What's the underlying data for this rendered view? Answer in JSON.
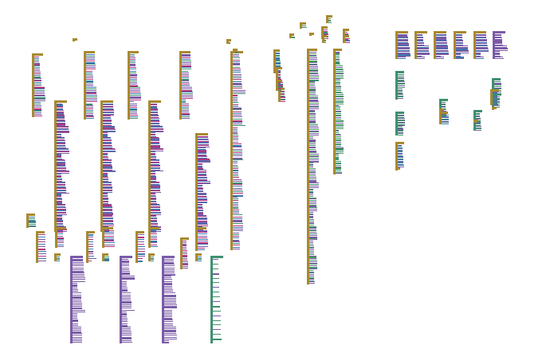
{
  "workspace": {
    "title": "",
    "background": "#ffffff",
    "palette": {
      "event": "#a8892f",
      "procedure": "#7a5ba6",
      "control": "#b2337a",
      "math": "#3a78b0",
      "text": "#3f8f6f",
      "logic": "#4a9a5a",
      "list": "#6b8fb8",
      "variable": "#cf6a1c"
    },
    "captions": [
      "",
      "",
      "",
      "",
      ""
    ]
  },
  "block_groups": [
    {
      "id": "g01",
      "kind": "event",
      "rows": 40,
      "mix": "pcmtp"
    },
    {
      "id": "g02",
      "kind": "event",
      "rows": 40,
      "mix": "pcmtp"
    },
    {
      "id": "g03",
      "kind": "event",
      "rows": 40,
      "mix": "pcmtp"
    },
    {
      "id": "g04",
      "kind": "event",
      "rows": 40,
      "mix": "pcmtp"
    },
    {
      "id": "g05",
      "kind": "event",
      "rows": 120,
      "mix": "pcpm"
    },
    {
      "id": "g06",
      "kind": "event",
      "rows": 120,
      "mix": "pcpm"
    },
    {
      "id": "g07",
      "kind": "event",
      "rows": 120,
      "mix": "pcpm"
    },
    {
      "id": "g08",
      "kind": "event",
      "rows": 120,
      "mix": "pcpm"
    },
    {
      "id": "g09",
      "kind": "event",
      "rows": 110,
      "mix": "ptcmp"
    },
    {
      "id": "g10",
      "kind": "event",
      "rows": 160,
      "mix": "pplpt"
    },
    {
      "id": "g11",
      "kind": "event",
      "rows": 90,
      "mix": "tlplt"
    },
    {
      "id": "g12",
      "kind": "event",
      "rows": 50,
      "mix": "pmpp"
    },
    {
      "id": "g13",
      "kind": "event",
      "rows": 50,
      "mix": "pmpp"
    },
    {
      "id": "g14",
      "kind": "event",
      "rows": 50,
      "mix": "pmpp"
    },
    {
      "id": "g15",
      "kind": "event",
      "rows": 50,
      "mix": "pmpp"
    },
    {
      "id": "g16",
      "kind": "event",
      "rows": 50,
      "mix": "pmpp"
    },
    {
      "id": "g17",
      "kind": "procedure",
      "rows": 50,
      "mix": "ppp"
    },
    {
      "id": "g18",
      "kind": "procedure",
      "rows": 50,
      "mix": "ppp"
    },
    {
      "id": "g19",
      "kind": "procedure",
      "rows": 50,
      "mix": "ppp"
    },
    {
      "id": "g20",
      "kind": "procedure",
      "rows": 50,
      "mix": "ppp"
    },
    {
      "id": "g21",
      "kind": "text",
      "rows": 18,
      "mix": "ttp"
    },
    {
      "id": "g22",
      "kind": "text",
      "rows": 18,
      "mix": "ttp"
    },
    {
      "id": "g23",
      "kind": "text",
      "rows": 18,
      "mix": "ttp"
    },
    {
      "id": "g24",
      "kind": "text",
      "rows": 18,
      "mix": "ttp"
    },
    {
      "id": "g25",
      "kind": "text",
      "rows": 18,
      "mix": "ttp"
    },
    {
      "id": "g26",
      "kind": "text",
      "rows": 18,
      "mix": "ttp"
    },
    {
      "id": "g27",
      "kind": "event",
      "rows": 20,
      "mix": "mmpt"
    },
    {
      "id": "g28",
      "kind": "event",
      "rows": 14,
      "mix": "tmp"
    },
    {
      "id": "g29",
      "kind": "event",
      "rows": 16,
      "mix": "tmm"
    },
    {
      "id": "g30",
      "kind": "event",
      "rows": 20,
      "mix": "ttmm"
    },
    {
      "id": "g31",
      "kind": "event",
      "rows": 16,
      "mix": "pct"
    },
    {
      "id": "g32",
      "kind": "event",
      "rows": 12,
      "mix": "pct"
    },
    {
      "id": "g33",
      "kind": "event",
      "rows": 12,
      "mix": "pct"
    },
    {
      "id": "g34",
      "kind": "event",
      "rows": 10,
      "mix": "pct"
    },
    {
      "id": "g35",
      "kind": "event",
      "rows": 8,
      "mix": "tt"
    },
    {
      "id": "g36",
      "kind": "event",
      "rows": 8,
      "mix": "tt"
    },
    {
      "id": "g37",
      "kind": "event",
      "rows": 14,
      "mix": "pcm"
    },
    {
      "id": "g38",
      "kind": "event",
      "rows": 12,
      "mix": "pcm"
    },
    {
      "id": "g39",
      "kind": "event",
      "rows": 12,
      "mix": "pcm"
    },
    {
      "id": "g40",
      "kind": "event",
      "rows": 12,
      "mix": "pcm"
    },
    {
      "id": "g41",
      "kind": "event",
      "rows": 18,
      "mix": "pcp"
    },
    {
      "id": "g42",
      "kind": "event",
      "rows": 8,
      "mix": "ttm"
    },
    {
      "id": "g43",
      "kind": "event",
      "rows": 10,
      "mix": "pcm"
    },
    {
      "id": "g44",
      "kind": "event",
      "rows": 10,
      "mix": "pcm"
    },
    {
      "id": "g45",
      "kind": "event",
      "rows": 10,
      "mix": "pcm"
    },
    {
      "id": "g46",
      "kind": "event",
      "rows": 12,
      "mix": "pcm"
    },
    {
      "id": "g47",
      "kind": "event",
      "rows": 8,
      "mix": "tmt"
    },
    {
      "id": "g48",
      "kind": "event",
      "rows": 8,
      "mix": "tmt"
    },
    {
      "id": "g49",
      "kind": "event",
      "rows": 8,
      "mix": "tmt"
    },
    {
      "id": "g50",
      "kind": "event",
      "rows": 8,
      "mix": "tmt"
    },
    {
      "id": "g51",
      "kind": "event",
      "rows": 6,
      "mix": "tl"
    },
    {
      "id": "g52",
      "kind": "event",
      "rows": 6,
      "mix": "tl"
    },
    {
      "id": "g53",
      "kind": "event",
      "rows": 6,
      "mix": "tl"
    },
    {
      "id": "g54",
      "kind": "event",
      "rows": 6,
      "mix": "tl"
    },
    {
      "id": "g55",
      "kind": "event",
      "rows": 4,
      "mix": "tt"
    },
    {
      "id": "g56",
      "kind": "event",
      "rows": 6,
      "mix": "pcm"
    },
    {
      "id": "g57",
      "kind": "event",
      "rows": 4,
      "mix": "tt"
    },
    {
      "id": "g58",
      "kind": "event",
      "rows": 4,
      "mix": "tt"
    },
    {
      "id": "g59",
      "kind": "event",
      "rows": 4,
      "mix": "tt"
    },
    {
      "id": "g60",
      "kind": "event",
      "rows": 4,
      "mix": "tt"
    },
    {
      "id": "g61",
      "kind": "event",
      "rows": 4,
      "mix": "tt"
    }
  ]
}
